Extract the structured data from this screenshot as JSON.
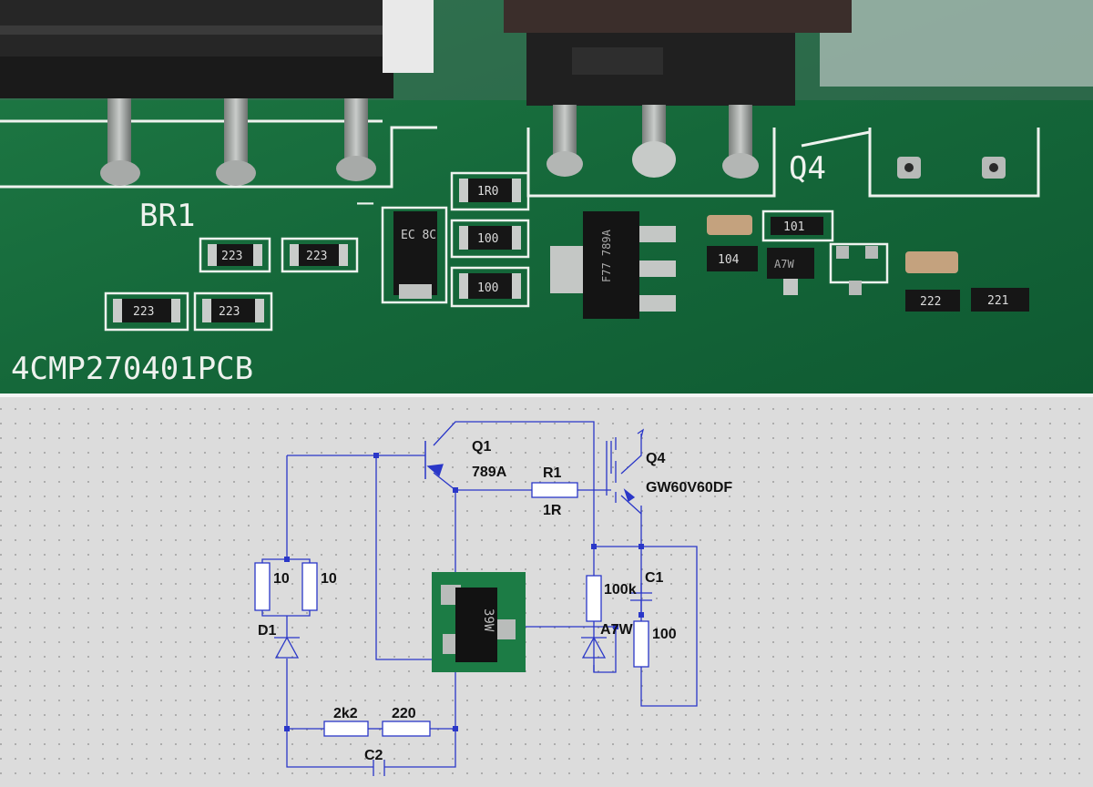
{
  "photo": {
    "board_label": "4CMP270401PCB",
    "bridge_label": "BR1",
    "q4_label": "Q4",
    "dash_label": "—",
    "ic_marking": "F77 789A",
    "diode_marking": "EC 8C",
    "transistor_marking": "A7W",
    "smd_resistors": [
      {
        "code": "223"
      },
      {
        "code": "223"
      },
      {
        "code": "223"
      },
      {
        "code": "223"
      },
      {
        "code": "1R0"
      },
      {
        "code": "100"
      },
      {
        "code": "100"
      },
      {
        "code": "101"
      },
      {
        "code": "104"
      },
      {
        "code": "222"
      },
      {
        "code": "221"
      }
    ]
  },
  "schematic": {
    "q1_name": "Q1",
    "q1_value": "789A",
    "r1_name": "R1",
    "r1_value": "1R",
    "q4_name": "Q4",
    "q4_value": "GW60V60DF",
    "r_left_a": "10",
    "r_left_b": "10",
    "d1_name": "D1",
    "r_100k": "100k",
    "c1_name": "C1",
    "a7w_name": "A7W",
    "r_100": "100",
    "r_2k2": "2k2",
    "r_220": "220",
    "c2_name": "C2",
    "inset_marking": "39W"
  }
}
